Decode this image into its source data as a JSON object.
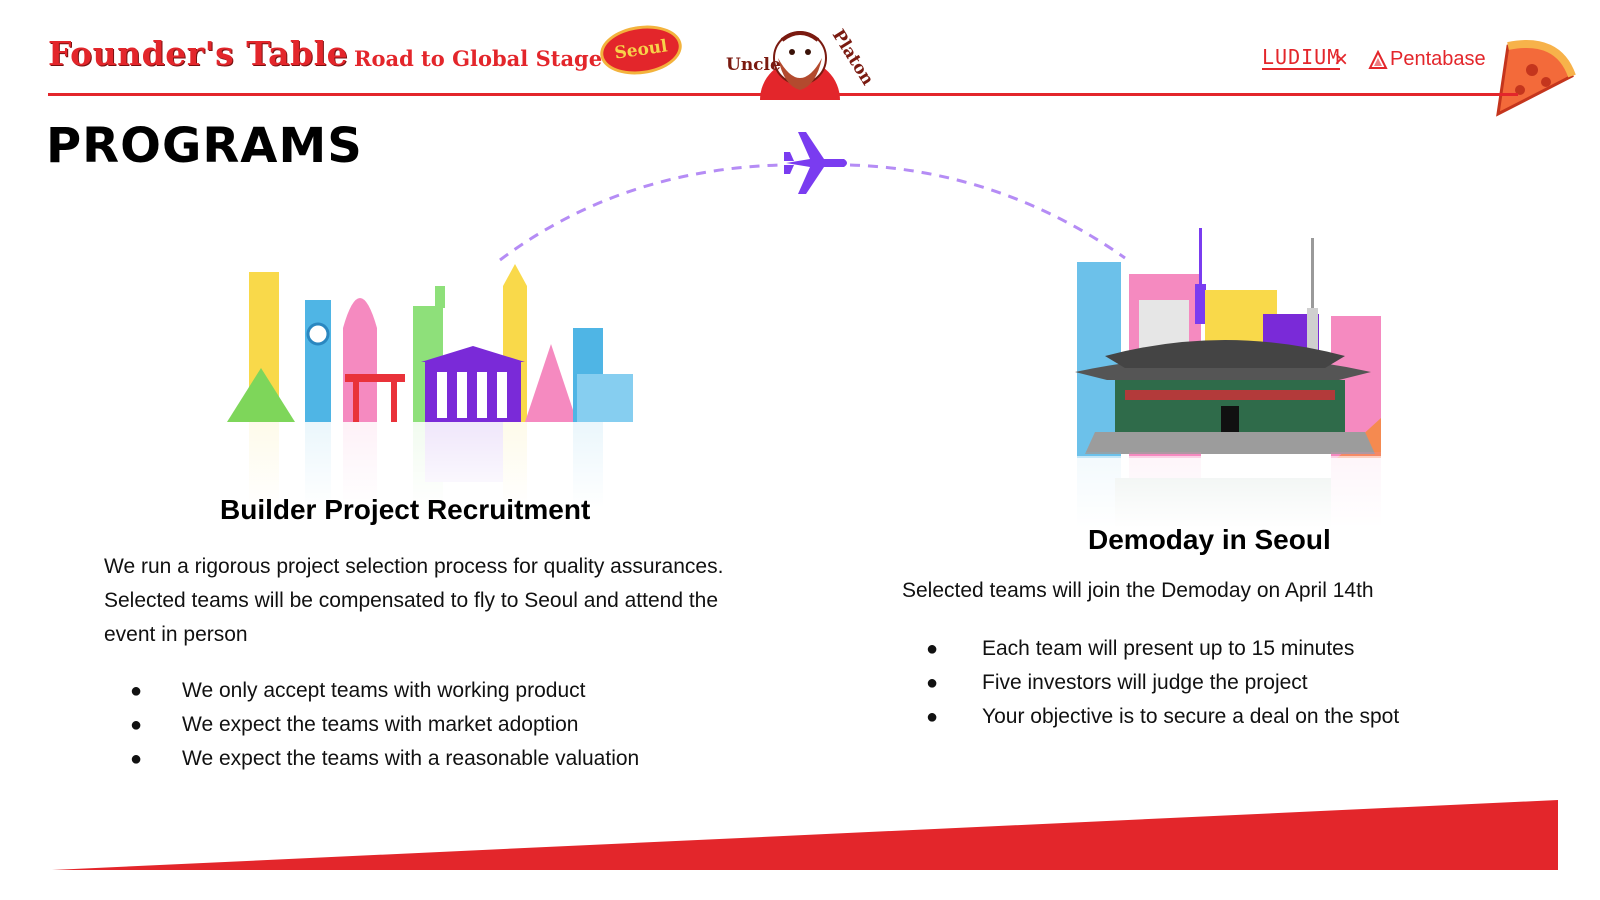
{
  "header": {
    "title": "Founder's Table",
    "subtitle": "Road to Global Stage",
    "badge": "Seoul",
    "mascot_text": "Uncle Platon",
    "partners": {
      "first": "LUDIUM",
      "separator": "×",
      "second": "Pentabase"
    }
  },
  "page_title": "PROGRAMS",
  "left_section": {
    "heading": "Builder Project Recruitment",
    "description": "We run a rigorous project selection process for quality assurances. Selected teams will be compensated to fly to Seoul and attend the event in person",
    "bullets": [
      "We only accept teams with working product",
      "We expect the teams with market adoption",
      "We expect the teams with a reasonable valuation"
    ]
  },
  "right_section": {
    "heading": "Demoday in Seoul",
    "description": "Selected teams will join the Demoday on April 14th",
    "bullets": [
      "Each team will present up to 15 minutes",
      "Five investors will judge the project",
      "Your objective is to secure a deal on the spot"
    ]
  },
  "bullet_glyph": "●",
  "icons": [
    "airplane-icon",
    "pizza-icon",
    "mascot-icon",
    "world-skyline-illustration",
    "seoul-palace-illustration"
  ],
  "colors": {
    "brand_red": "#e3262b",
    "accent_purple": "#7a3cf0",
    "badge_yellow": "#f7d34a"
  }
}
